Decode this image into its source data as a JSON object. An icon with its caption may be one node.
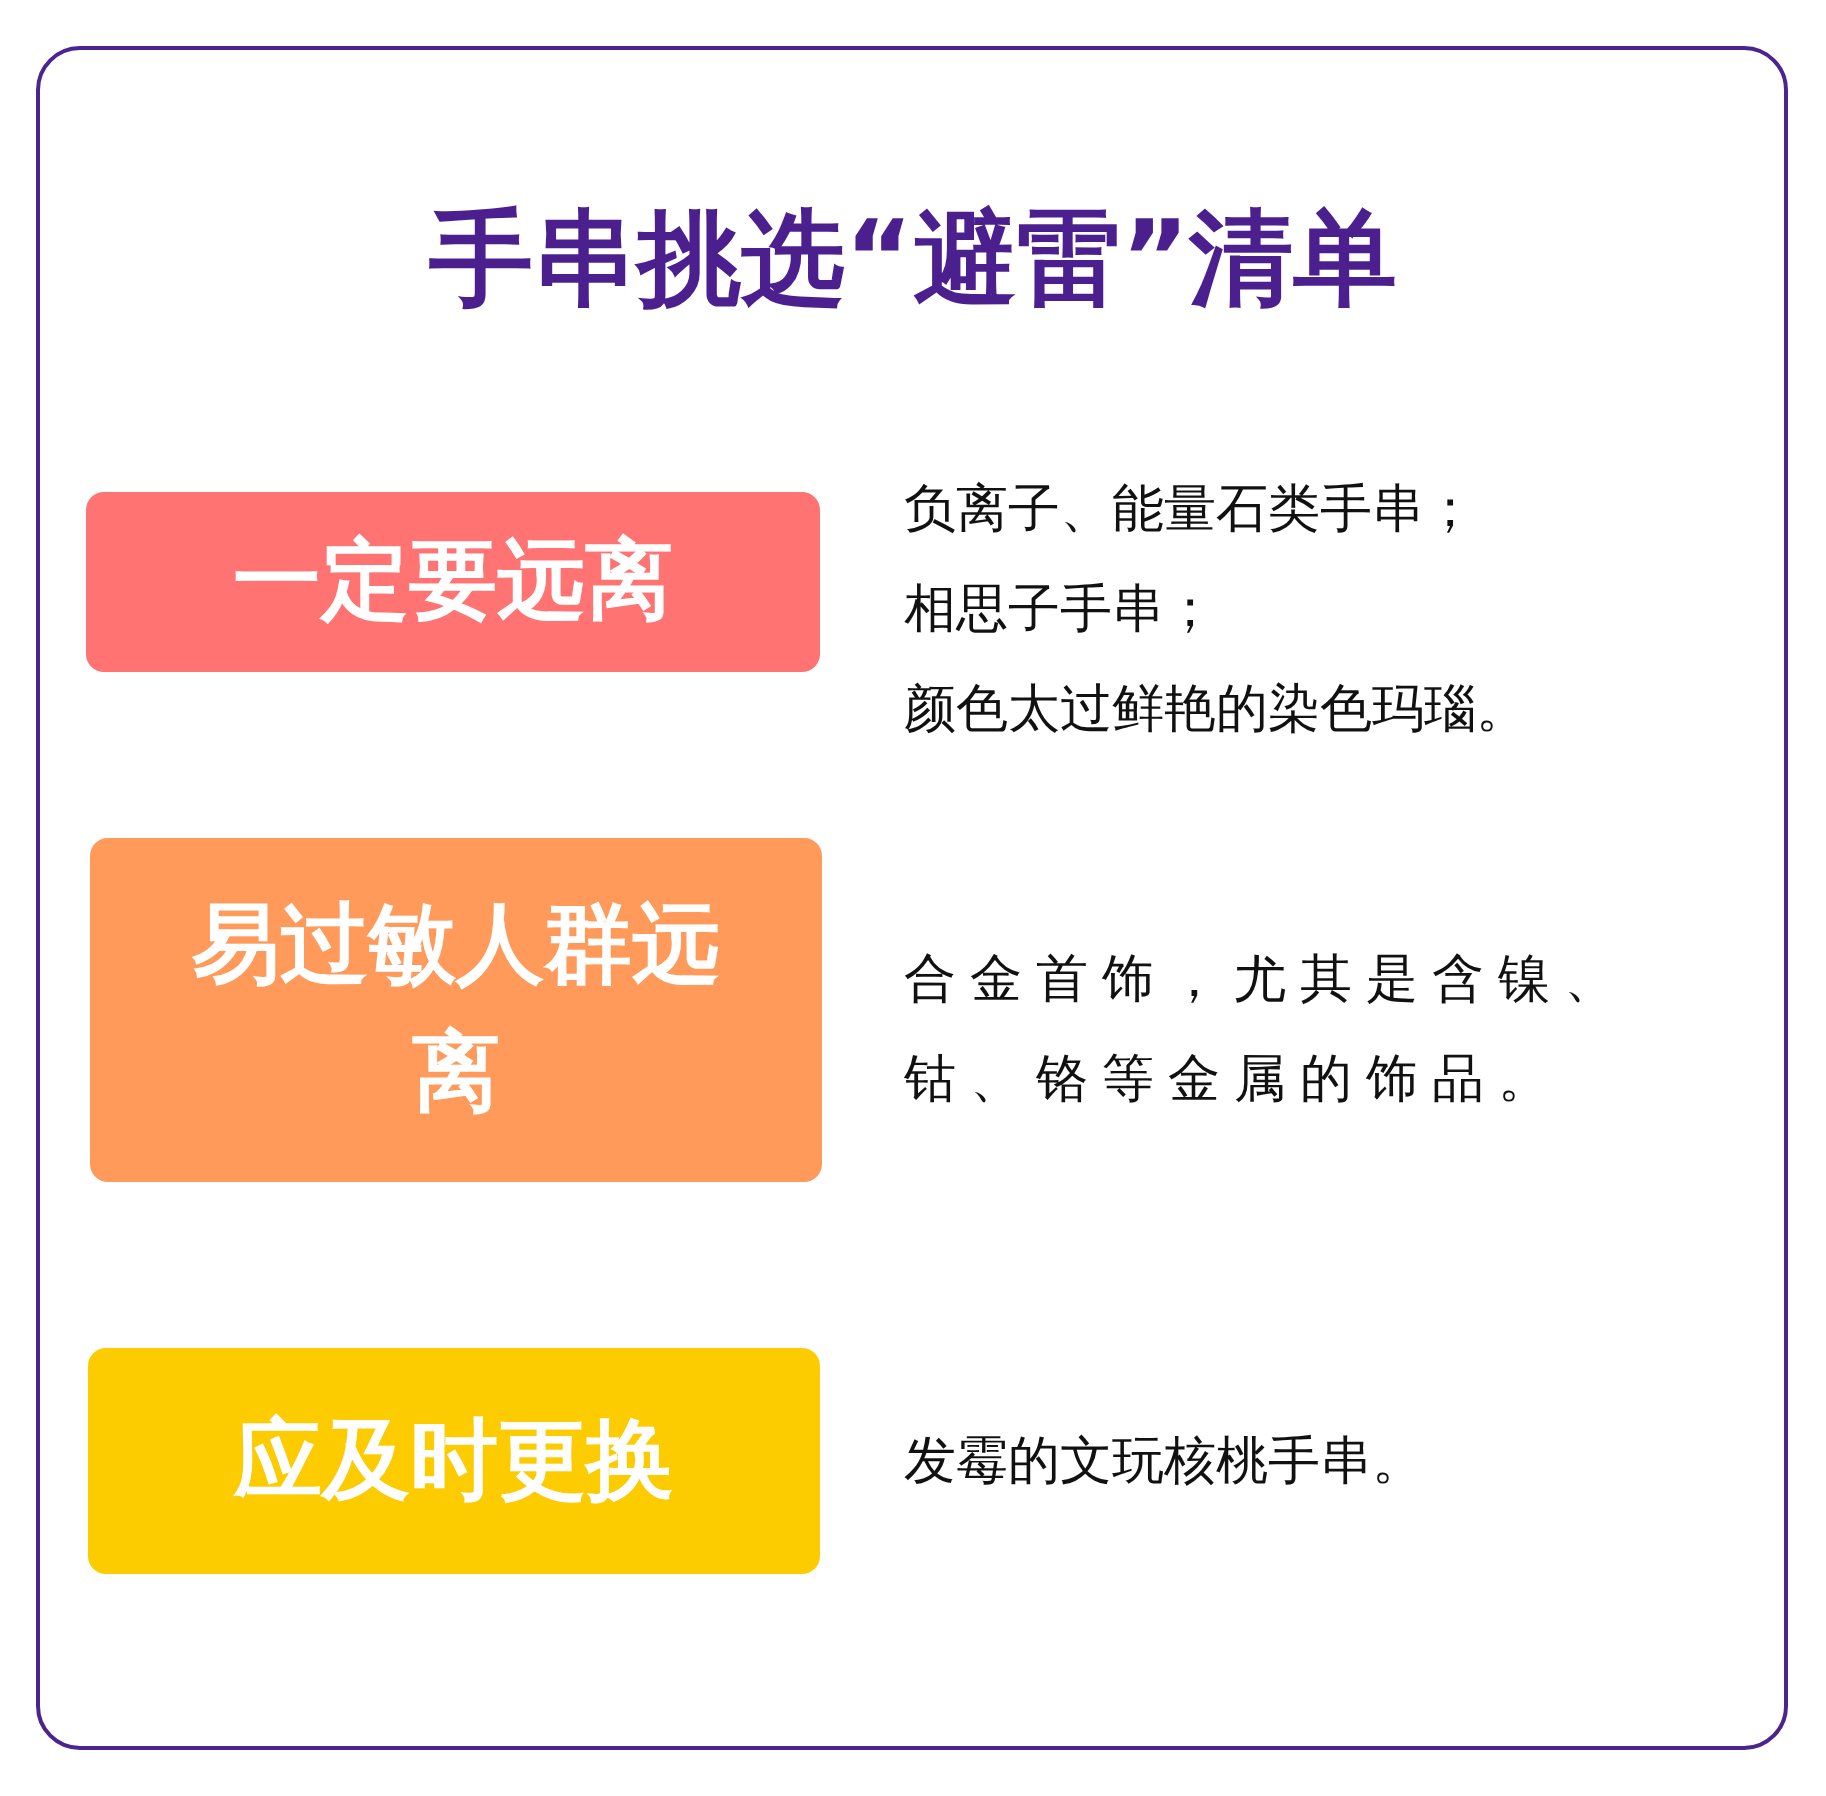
{
  "diagram": {
    "title": "手串挑选“避雷”清单",
    "nodes": [
      {
        "text": [
          "一定要远离"
        ],
        "beside": [
          "负离子、能量石类手串；",
          "相思子手串；",
          "颜色太过鲜艳的染色玛瑙。"
        ]
      },
      {
        "text": [
          "易过敏人群远离"
        ],
        "beside": [
          "合金首饰，尤其是含镍、钴、铬等金属的饰品。"
        ]
      },
      {
        "text": [
          "应及时更换"
        ],
        "beside": [
          "发霉的文玩核桃手串。"
        ]
      }
    ],
    "edges": []
  }
}
